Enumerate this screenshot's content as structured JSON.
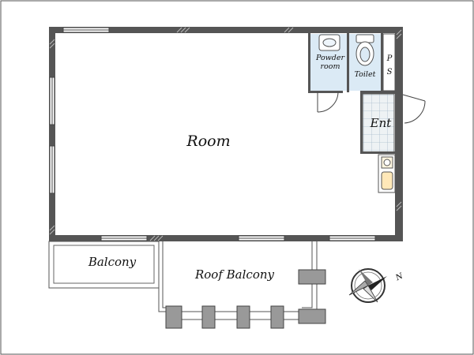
{
  "plan": {
    "rooms": {
      "room": "Room",
      "powder_room_line1": "Powder",
      "powder_room_line2": "room",
      "toilet": "Toilet",
      "ps_line1": "P",
      "ps_line2": "S",
      "entrance": "Ent",
      "balcony": "Balcony",
      "roof_balcony": "Roof Balcony"
    },
    "compass": {
      "north_label": "N",
      "icon": "compass-icon"
    },
    "colors": {
      "wall": "#444444",
      "wet_area": "#dbeaf5",
      "entrance_floor": "#ece8e0",
      "tile_line": "#a5c0d8",
      "balcony_fill": "#ffffff"
    }
  }
}
